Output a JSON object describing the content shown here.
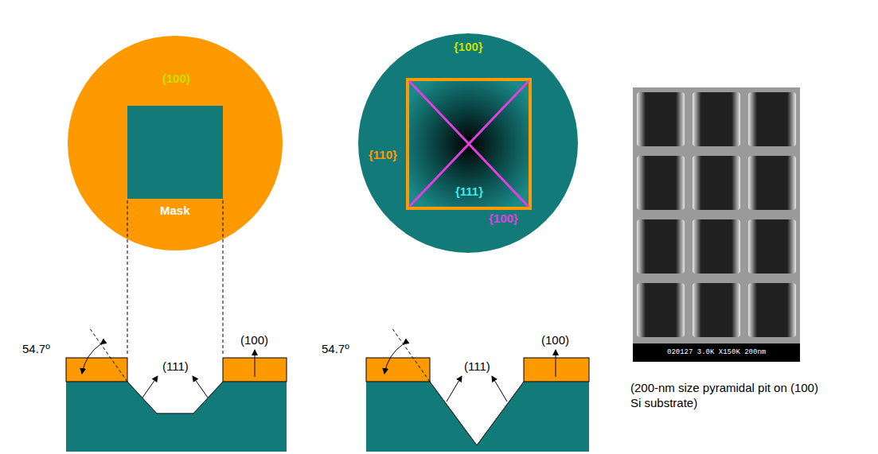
{
  "diagram": {
    "caption": "(200-nm size pyramidal pit on (100) Si substrate)",
    "labels": [
      "(100)",
      "Mask",
      "{100}",
      "{110}",
      "{111}",
      "{100}",
      "54.7º",
      "(111)",
      "(100)",
      "54.7º",
      "(111)",
      "(100)",
      "020127 3.0K X150K 200nm"
    ]
  }
}
